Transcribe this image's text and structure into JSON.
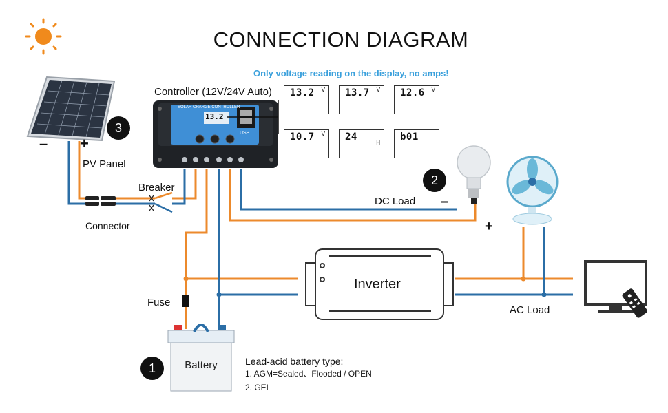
{
  "title": "CONNECTION DIAGRAM",
  "note": "Only voltage reading on the display, no amps!",
  "controller": {
    "label": "Controller (12V/24V Auto)",
    "screen_header": "SOLAR CHARGE CONTROLLER",
    "screen_value": "13.2",
    "brand": "USB"
  },
  "displays": [
    {
      "value": "13.2",
      "unit": "V"
    },
    {
      "value": "13.7",
      "unit": "V"
    },
    {
      "value": "12.6",
      "unit": "V"
    },
    {
      "value": "10.7",
      "unit": "V"
    },
    {
      "value": "24",
      "unit": "H"
    },
    {
      "value": "b01",
      "unit": ""
    }
  ],
  "labels": {
    "pv_panel": "PV Panel",
    "pv_minus": "–",
    "pv_plus": "+",
    "breaker": "Breaker",
    "connector": "Connector",
    "dc_load": "DC Load",
    "dc_minus": "–",
    "dc_plus": "+",
    "inverter": "Inverter",
    "fuse": "Fuse",
    "battery": "Battery",
    "ac_load": "AC Load"
  },
  "badges": [
    "1",
    "2",
    "3"
  ],
  "battery_note": {
    "heading": "Lead-acid battery type:",
    "items": [
      "1. AGM=Sealed、Flooded / OPEN",
      "2. GEL"
    ]
  },
  "colors": {
    "positive_wire": "#ec8a2c",
    "negative_wire": "#2b6ea6",
    "sun": "#f08a1c",
    "note_blue": "#3aa0dc",
    "controller_body": "#1f2226",
    "controller_screen": "#3f8fd6",
    "solar_cell": "#2b3442"
  },
  "icons": [
    "sun-icon",
    "solar-panel-icon",
    "light-bulb-icon",
    "fan-icon",
    "tv-icon",
    "remote-icon"
  ]
}
